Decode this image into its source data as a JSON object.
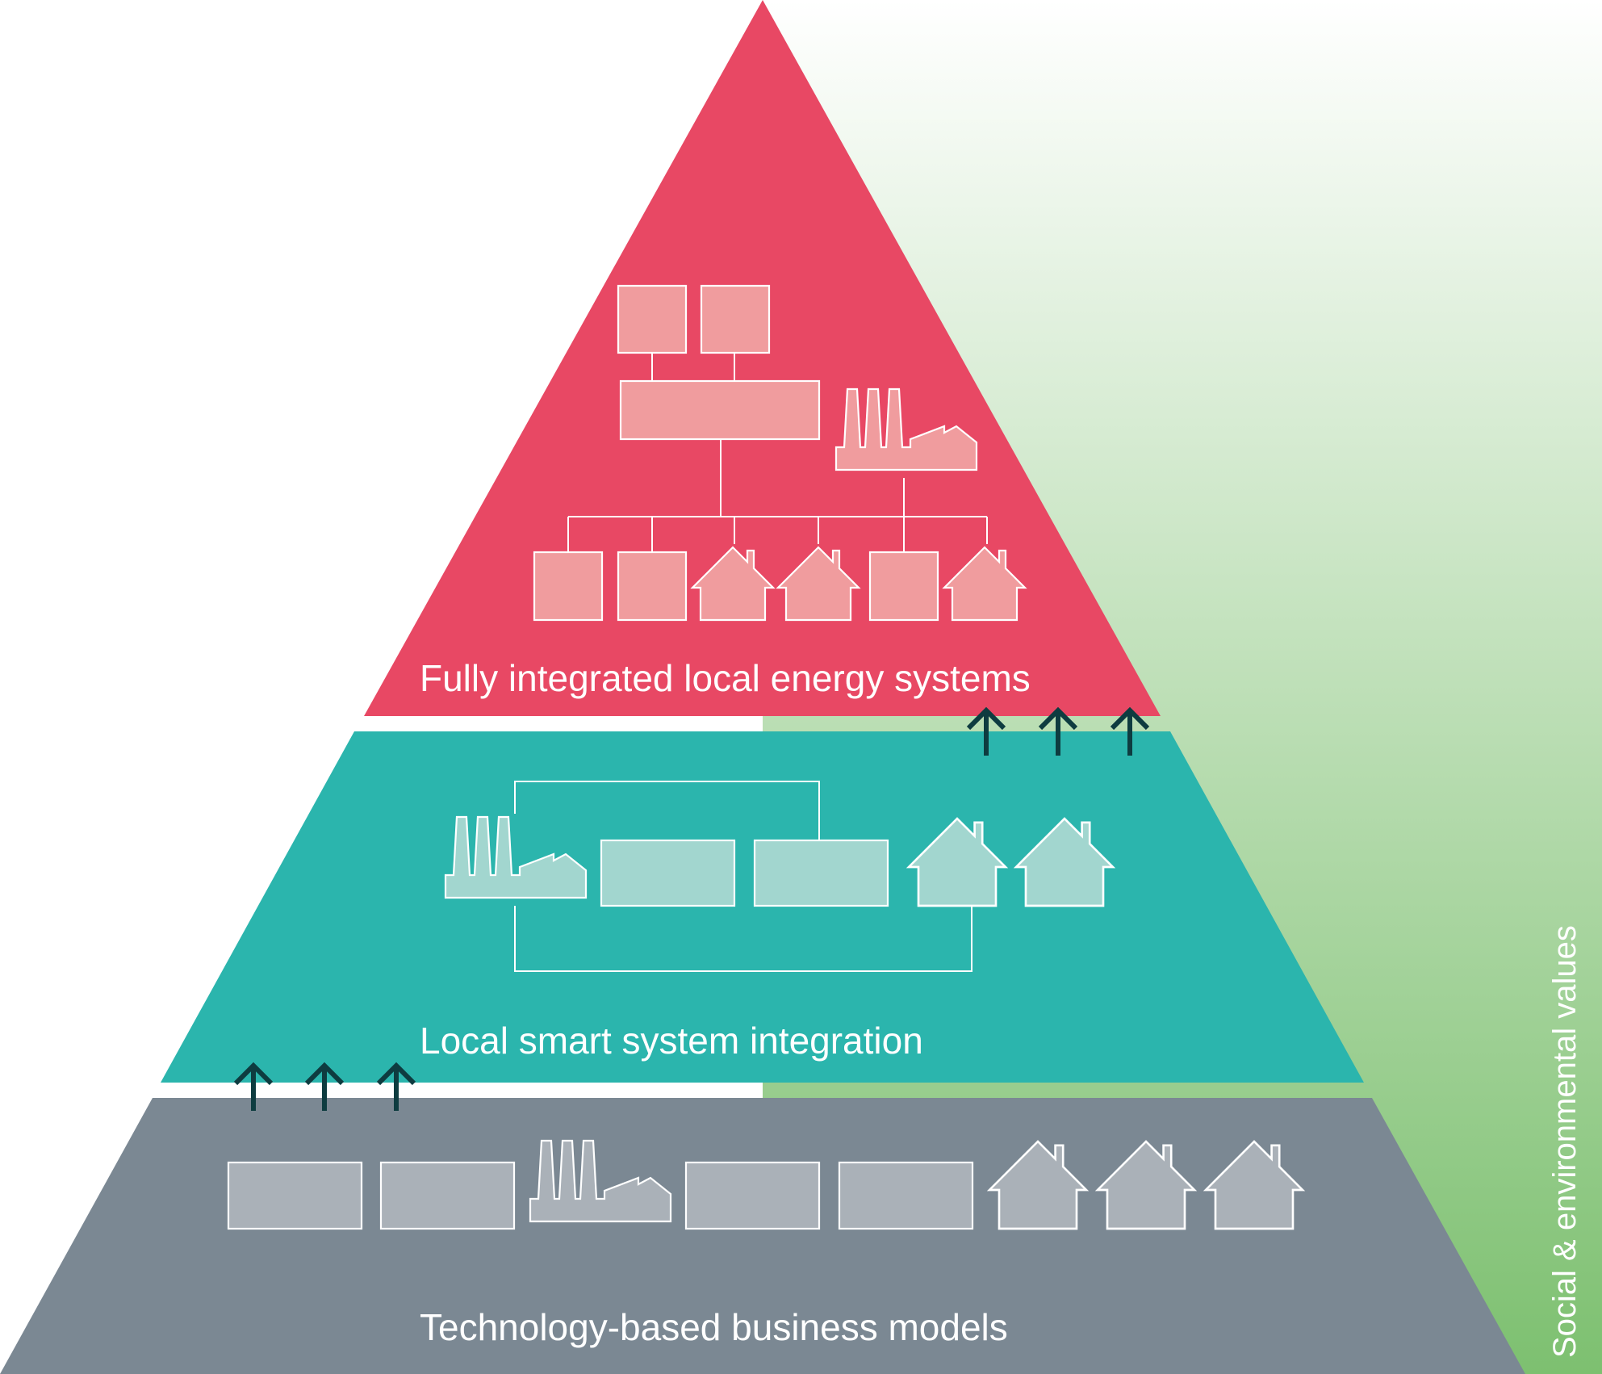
{
  "levels": {
    "top": {
      "label": "Fully integrated local energy systems",
      "color": "#e84864",
      "icon_fill": "#f09c9e"
    },
    "middle": {
      "label": "Local smart system integration",
      "color": "#2bb5ad",
      "icon_fill": "#a2d6cf"
    },
    "bottom": {
      "label": "Technology-based business models",
      "color": "#7b8893",
      "icon_fill": "#aab1b8"
    }
  },
  "side_bar": {
    "label": "Social & environmental values",
    "gradient_top": "#ffffff",
    "gradient_bottom": "#7dc070"
  },
  "arrow_color": "#0e3c40",
  "icons": {
    "top_row_upper": [
      "box",
      "box"
    ],
    "top_row_middle": [
      "wide-box",
      "factory"
    ],
    "top_row_lower": [
      "box",
      "box",
      "house",
      "house",
      "box",
      "house"
    ],
    "middle_row": [
      "factory",
      "wide-box",
      "wide-box",
      "house",
      "house"
    ],
    "bottom_row": [
      "wide-box",
      "wide-box",
      "factory",
      "wide-box",
      "wide-box",
      "house",
      "house",
      "house"
    ]
  }
}
